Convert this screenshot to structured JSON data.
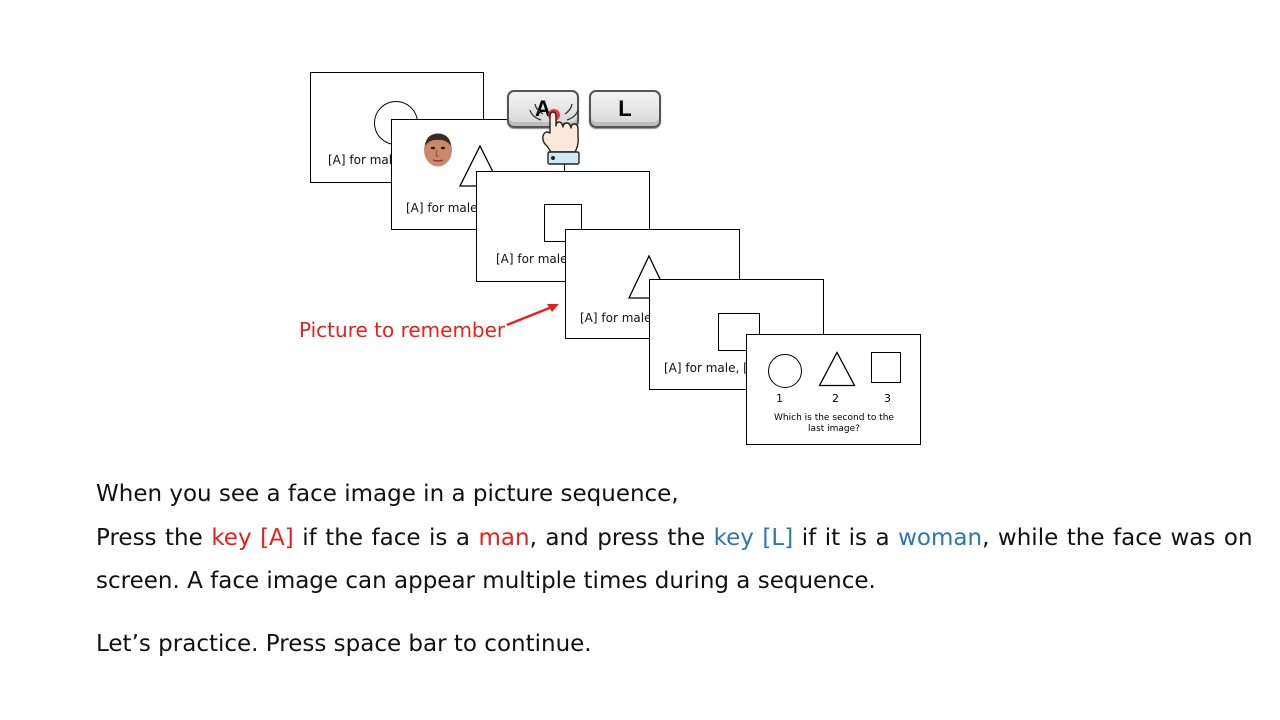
{
  "keys": {
    "a_label": "A",
    "l_label": "L"
  },
  "cards": {
    "card1_text": "[A] for mal",
    "card2_text": "[A] for male,",
    "card3_text": "[A] for male,",
    "card4_text": "[A] for male,",
    "card5_text": "[A] for male, [L"
  },
  "question_card": {
    "options": [
      "1",
      "2",
      "3"
    ],
    "question": "Which is the second to the last image?"
  },
  "annotation": {
    "label": "Picture  to remember"
  },
  "instructions": {
    "line1": "When you see a face image in a picture sequence,",
    "line2_p1": "Press the ",
    "line2_key_a": "key [A]",
    "line2_p2": " if the face is a ",
    "line2_man": "man",
    "line2_p3": ", and press the ",
    "line2_key_l": "key [L]",
    "line2_p4": " if it is a ",
    "line2_woman": "woman",
    "line2_p5": ", while the face was on",
    "line3": "screen. A face image can appear multiple times during a sequence.",
    "line4": "Let’s practice. Press space bar to continue."
  },
  "colors": {
    "accent_red": "#e8201c",
    "accent_blue": "#2e75b6"
  },
  "icons": [
    "face-photo-icon",
    "pointing-hand-icon",
    "circle-shape",
    "triangle-shape",
    "square-shape"
  ]
}
